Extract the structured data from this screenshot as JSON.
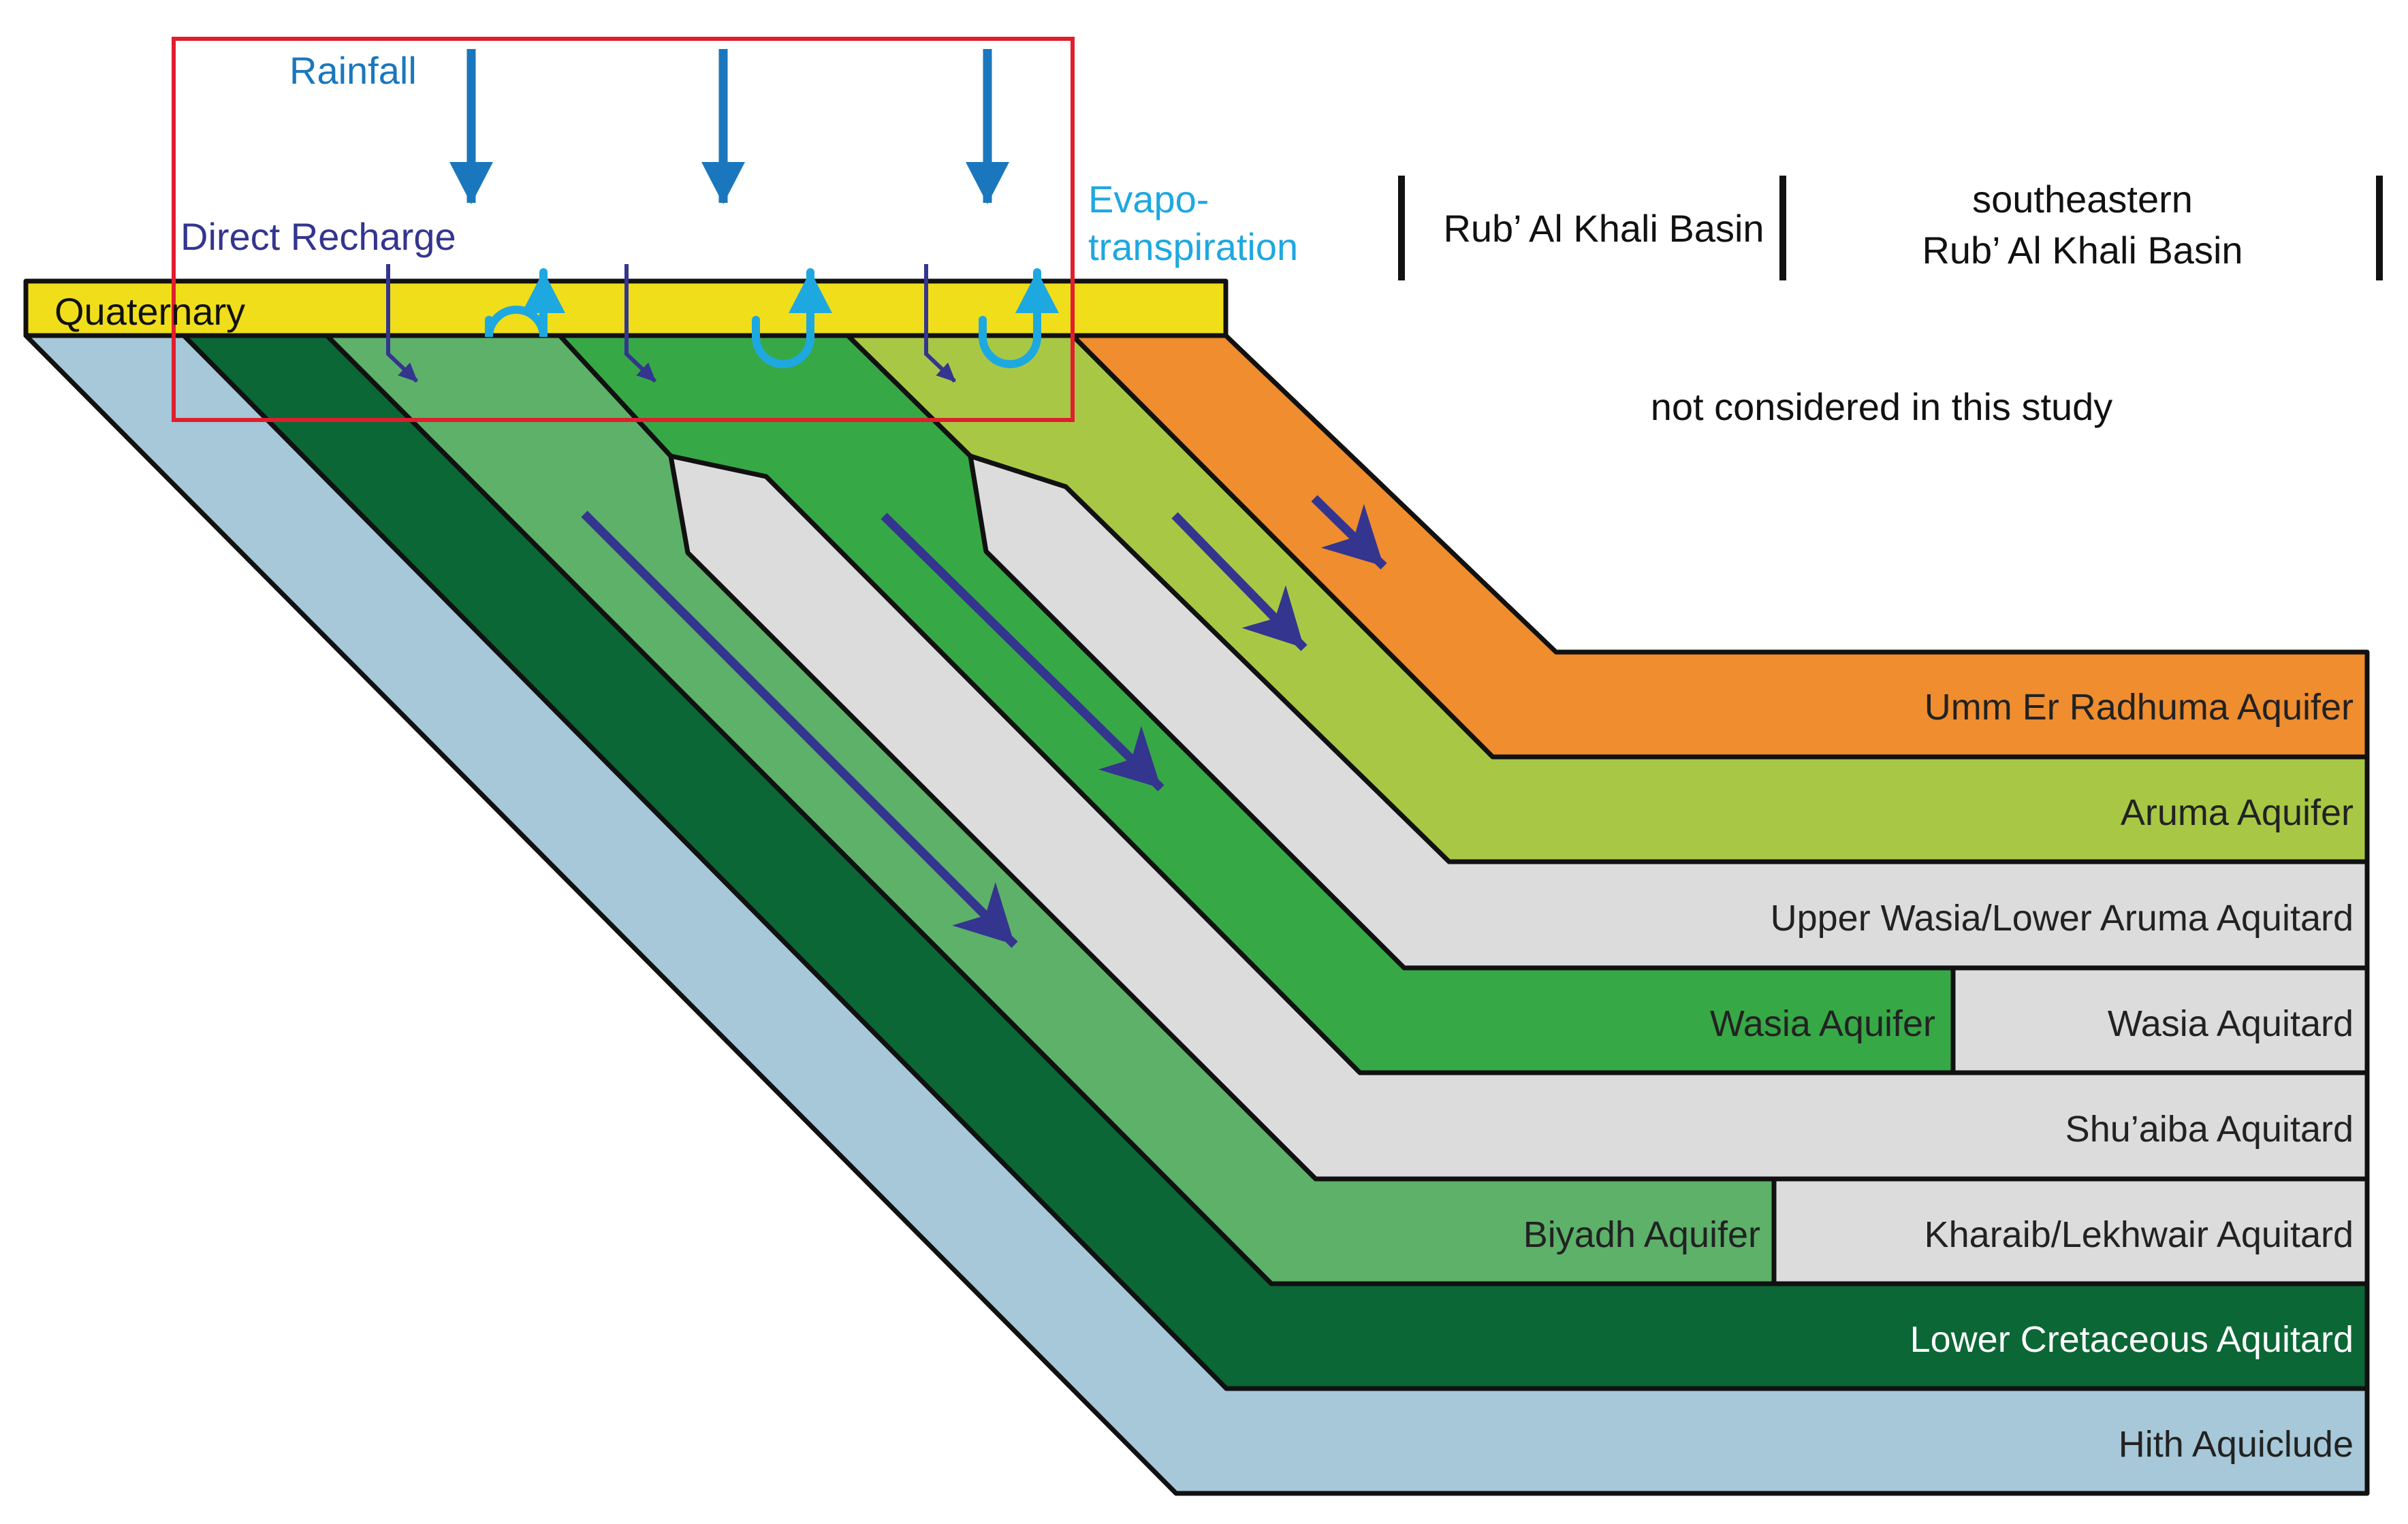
{
  "colors": {
    "rainfall": "#1a77bd",
    "direct_recharge": "#34358f",
    "evapotranspiration": "#1ea8e0",
    "highlight_box": "#e01e2e",
    "quaternary": "#f0de1a",
    "umm_er_radhuma": "#ef8d2f",
    "aruma": "#a8c845",
    "aquitard_gray": "#dcdcdc",
    "wasia": "#37a846",
    "biyadh": "#5db169",
    "lower_cretaceous": "#0b6735",
    "hith": "#a6c8d8",
    "flow_arrow": "#34358f"
  },
  "labels": {
    "rainfall": "Rainfall",
    "direct_recharge": "Direct Recharge",
    "evapotranspiration_line1": "Evapo-",
    "evapotranspiration_line2": "transpiration",
    "quaternary": "Quaternary",
    "basin": "Rub’ Al Khali Basin",
    "southeastern_line1": "southeastern",
    "southeastern_line2": "Rub’ Al Khali Basin",
    "not_considered": "not considered in this study"
  },
  "layers": {
    "umm_er_radhuma": "Umm Er Radhuma Aquifer",
    "aruma": "Aruma Aquifer",
    "upper_wasia": "Upper Wasia/Lower Aruma Aquitard",
    "wasia_aquifer": "Wasia Aquifer",
    "wasia_aquitard": "Wasia Aquitard",
    "shuaiba": "Shu’aiba Aquitard",
    "biyadh": "Biyadh Aquifer",
    "kharaib": "Kharaib/Lekhwair Aquitard",
    "lower_cretaceous": "Lower Cretaceous Aquitard",
    "hith": "Hith Aquiclude"
  },
  "icons": {
    "rainfall_arrow": "arrow-down",
    "evapotranspiration_arrow": "u-turn-arrow-up",
    "recharge_arrow": "bent-arrow-down-right",
    "flow_arrow": "arrow-down-right"
  }
}
